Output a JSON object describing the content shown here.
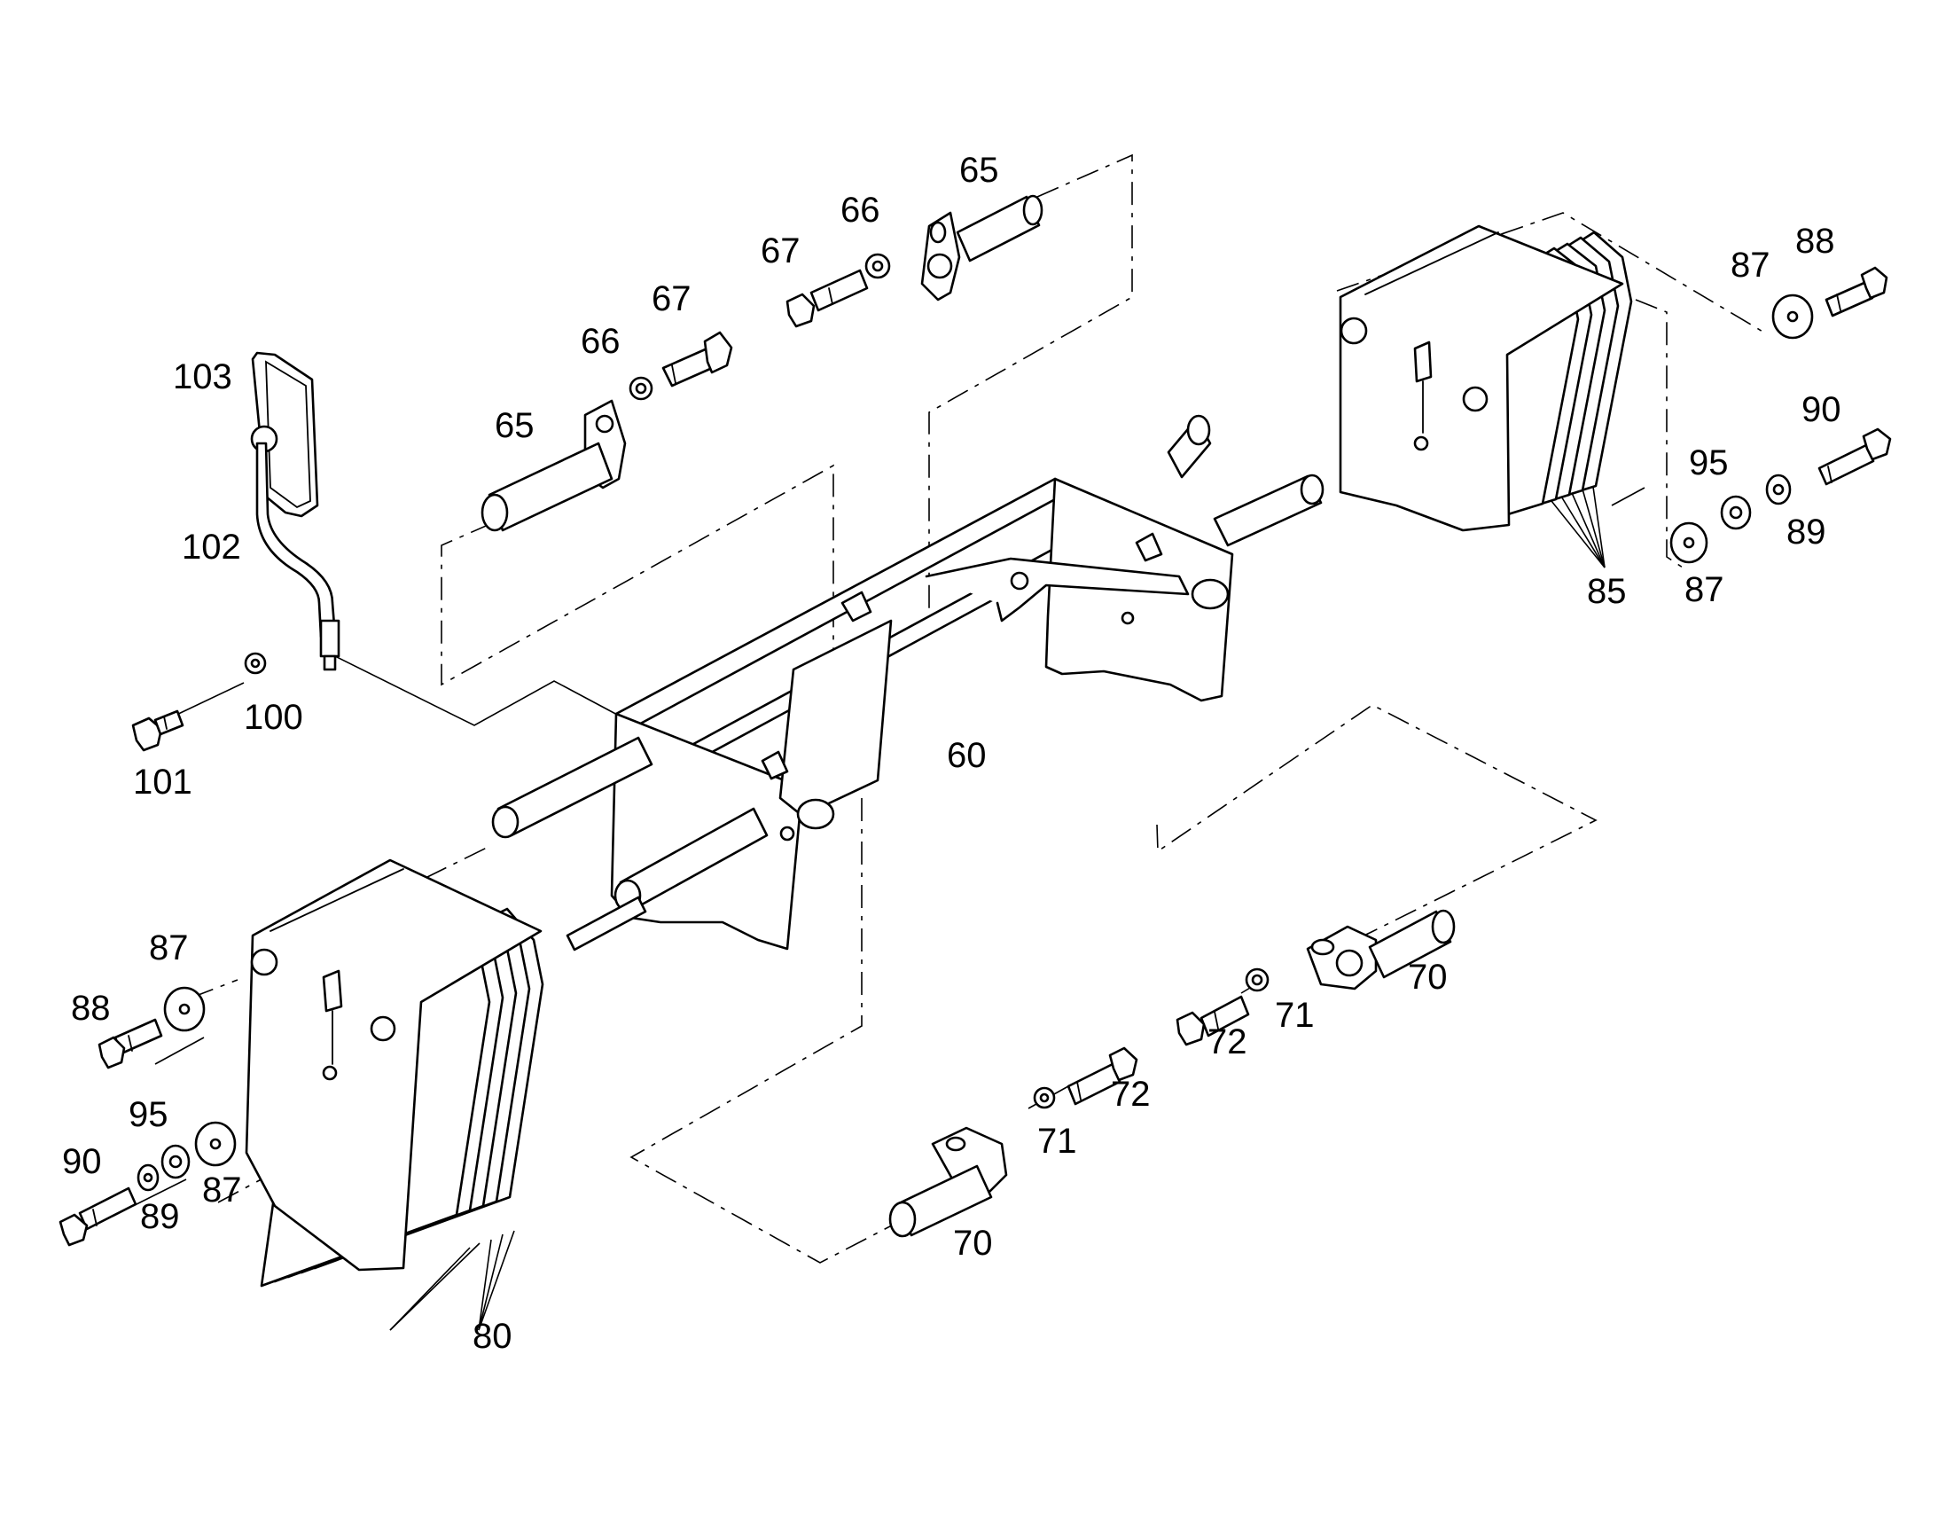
{
  "colors": {
    "line": "#000000",
    "background": "#ffffff"
  },
  "callouts": {
    "c60": "60",
    "c65a": "65",
    "c65b": "65",
    "c66a": "66",
    "c66b": "66",
    "c67a": "67",
    "c67b": "67",
    "c70a": "70",
    "c70b": "70",
    "c71a": "71",
    "c71b": "71",
    "c72a": "72",
    "c72b": "72",
    "c80": "80",
    "c85": "85",
    "c87a": "87",
    "c87b": "87",
    "c87c": "87",
    "c87d": "87",
    "c88a": "88",
    "c88b": "88",
    "c89a": "89",
    "c89b": "89",
    "c90a": "90",
    "c90b": "90",
    "c95a": "95",
    "c95b": "95",
    "c100": "100",
    "c101": "101",
    "c102": "102",
    "c103": "103"
  }
}
